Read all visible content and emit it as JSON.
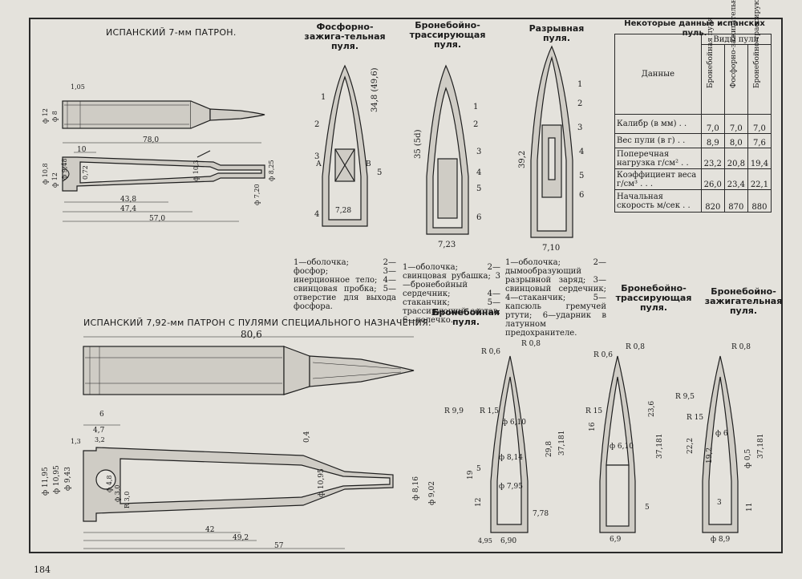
{
  "titles": {
    "spanish_7mm": "ИСПАНСКИЙ 7-мм ПАТРОН.",
    "spanish_792": "ИСПАНСКИЙ 7,92-мм ПАТРОН С ПУЛЯМИ СПЕЦИАЛЬНОГО НАЗНАЧЕНИЯ."
  },
  "bullets_top": {
    "incendiary": {
      "title": "Фосфорно-зажига-тельная пуля.",
      "legend": "1—оболочка; 2—фосфор; 3—инерционное тело; 4—свинцовая пробка; 5—отверстие для выхода фосфора.",
      "dims": [
        "34,8 (49,6)",
        "7,28"
      ],
      "labels": [
        "1",
        "2",
        "3",
        "4",
        "5",
        "А",
        "В"
      ]
    },
    "ap_tracer": {
      "title": "Бронебойно-трассирующая пуля.",
      "legend": "1—оболочка; 2—свинцовая рубашка; 3—бронебойный сердечник; 4—стаканчик; 5—трассирующий состав; 6—колечко.",
      "dims": [
        "35 (5d)",
        "7,23"
      ],
      "labels": [
        "1",
        "2",
        "3",
        "4",
        "5",
        "6"
      ]
    },
    "explosive": {
      "title": "Разрывная пуля.",
      "legend": "1—оболочка; 2—дымообразующий разрывной заряд; 3—свинцовый сердечник; 4—стаканчик; 5—капсюль гремучей ртути; 6—ударник в латунном предохранителе.",
      "dims": [
        "39,2",
        "7,10"
      ],
      "labels": [
        "1",
        "2",
        "3",
        "4",
        "5",
        "6"
      ]
    }
  },
  "bullets_bottom": {
    "ap": {
      "title": "Бронебойная пуля.",
      "dims": [
        "R 0,6",
        "R 0,8",
        "R 9,9",
        "R 1,5",
        "ф 6,10",
        "ф 8,14",
        "ф 7,95",
        "29,8",
        "37,181",
        "19",
        "5",
        "12",
        "7,78",
        "6,90",
        "4,95"
      ]
    },
    "ap_tracer": {
      "title": "Бронебойно-трассирующая пуля.",
      "dims": [
        "R 0,6",
        "R 0,8",
        "R 15",
        "ф 6,10",
        "16",
        "23,6",
        "37,181",
        "5",
        "6,9"
      ]
    },
    "ap_incendiary": {
      "title": "Бронебойно-зажигательная пуля.",
      "dims": [
        "R 0,8",
        "R 9,5",
        "R 15",
        "ф 6",
        "22,2",
        "37,181",
        "19,2",
        "11",
        "3",
        "ф 0,5",
        "ф 8,9"
      ]
    }
  },
  "cartridge_7mm": {
    "dims": [
      "1,05",
      "ф 12",
      "ф 8",
      "78,0",
      "10",
      "ф 10,8",
      "ф 12",
      "ф 9,48",
      "0,72",
      "ф 10,3",
      "ф 8,25",
      "ф 7,20",
      "43,8",
      "47,4",
      "57,0"
    ]
  },
  "cartridge_792": {
    "dims": [
      "80,6",
      "6",
      "4,7",
      "3,2",
      "1,3",
      "ф 11,95",
      "ф 10,95",
      "ф 9,43",
      "ф 4,8",
      "ф 3,0",
      "R 3,0",
      "0,4",
      "ф 10,95",
      "ф 8,16",
      "ф 9,02",
      "42",
      "49,2",
      "57"
    ]
  },
  "table": {
    "title": "Некоторые данные испанских пуль.",
    "header_data": "Данные",
    "header_types": "Виды пули",
    "columns": [
      "Бронебойная пуля",
      "Фосфорно-зажигательная пуля",
      "Бронебойно-трассирующая пуля"
    ],
    "rows": [
      {
        "label": "Калибр (в мм) . .",
        "values": [
          "7,0",
          "7,0",
          "7,0"
        ]
      },
      {
        "label": "Вес пули (в г) . .",
        "values": [
          "8,9",
          "8,0",
          "7,6"
        ]
      },
      {
        "label": "Поперечная нагрузка г/см² . .",
        "values": [
          "23,2",
          "20,8",
          "19,4"
        ]
      },
      {
        "label": "Коэффициент веса г/см³ . . .",
        "values": [
          "26,0",
          "23,4",
          "22,1"
        ]
      },
      {
        "label": "Начальная скорость м/сек . .",
        "values": [
          "820",
          "870",
          "880"
        ]
      }
    ]
  },
  "page_number": "184"
}
